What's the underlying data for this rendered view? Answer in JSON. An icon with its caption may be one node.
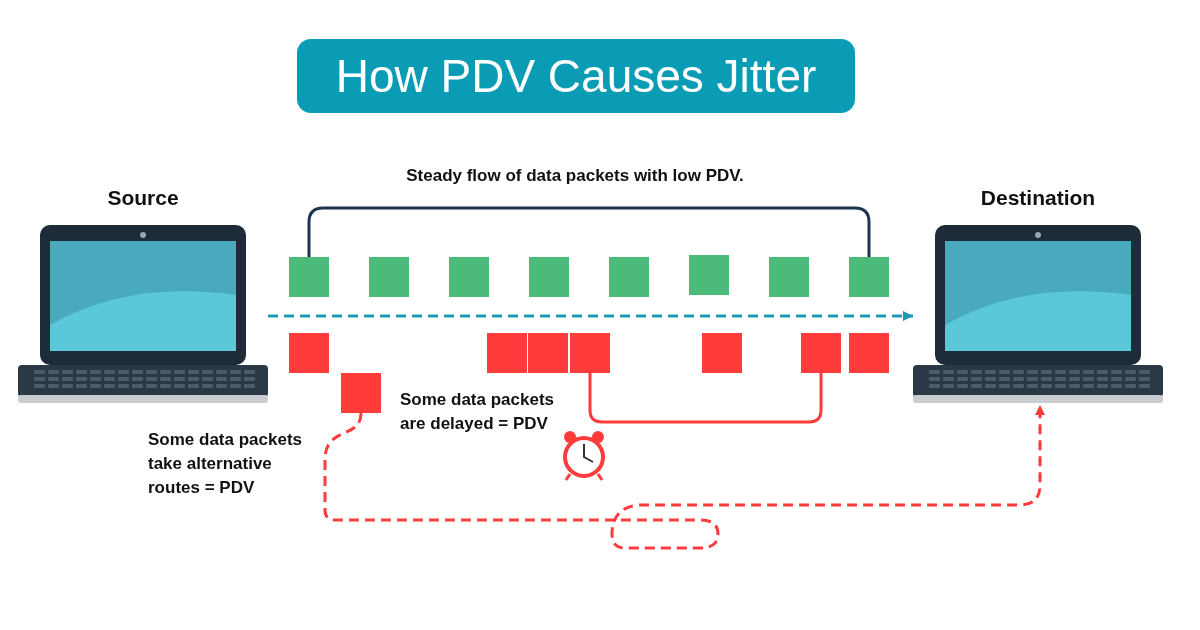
{
  "diagram": {
    "title": "How PDV Causes Jitter",
    "nodes": [
      {
        "text": [
          "Source"
        ]
      },
      {
        "text": [
          "Destination"
        ]
      },
      {
        "text": [],
        "shape": "box"
      },
      {
        "text": [],
        "shape": "box"
      },
      {
        "text": [],
        "shape": "box"
      },
      {
        "text": [],
        "shape": "box"
      },
      {
        "text": [],
        "shape": "box"
      },
      {
        "text": [],
        "shape": "box"
      },
      {
        "text": [],
        "shape": "box"
      },
      {
        "text": [],
        "shape": "box"
      },
      {
        "text": [],
        "shape": "box"
      },
      {
        "text": [],
        "shape": "box"
      },
      {
        "text": [],
        "shape": "box"
      },
      {
        "text": [],
        "shape": "box"
      },
      {
        "text": [],
        "shape": "box"
      },
      {
        "text": [],
        "shape": "box"
      },
      {
        "text": [],
        "shape": "box"
      },
      {
        "text": [],
        "shape": "box"
      }
    ],
    "edges": [
      {
        "from": 0,
        "to": 1,
        "arrow": "to",
        "style": "dashed",
        "color": "#1a9bb3"
      },
      {
        "from": 11,
        "to": 1,
        "arrow": "to",
        "style": "dashed",
        "color": "#ff3b3b"
      }
    ],
    "labels": [
      "Steady flow of data packets with low PDV.",
      "Some data packets are delayed = PDV",
      "Some data packets take alternative routes = PDV"
    ]
  }
}
